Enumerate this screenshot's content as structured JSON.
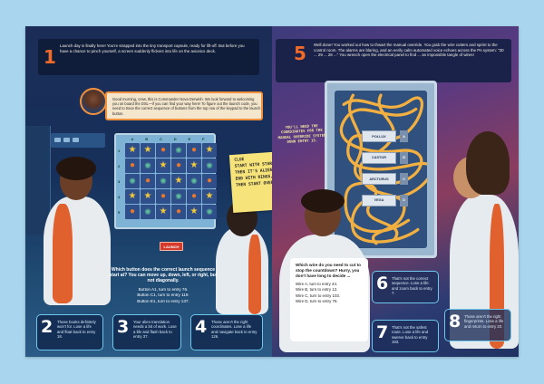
{
  "left_page": {
    "step_number": "1",
    "intro_text": "Launch day is finally here! You're strapped into the tiny transport capsule, ready for lift-off. But before you have a chance to pinch yourself, a screen suddenly flickers into life on the avionics deck.",
    "message": "Good morning, crew, this is Commander Nova Derwish. We look forward to welcoming you on board the DSL—if you can find your way here! To figure out the launch code, you need to trace the correct sequence of buttons from the top row of the keypad to the launch button.",
    "grid": {
      "columns": [
        "A",
        "B",
        "C",
        "D",
        "E",
        "F"
      ],
      "rows": [
        "1",
        "2",
        "3",
        "4",
        "5"
      ],
      "cells": [
        [
          "star",
          "star",
          "planet",
          "alien",
          "planet",
          "star"
        ],
        [
          "planet",
          "alien",
          "star",
          "planet",
          "star",
          "alien"
        ],
        [
          "alien",
          "planet",
          "alien",
          "star",
          "alien",
          "planet"
        ],
        [
          "star",
          "star",
          "planet",
          "alien",
          "planet",
          "star"
        ],
        [
          "planet",
          "alien",
          "star",
          "planet",
          "star",
          "alien"
        ]
      ],
      "symbols": {
        "star": "★",
        "planet": "●",
        "alien": "✺"
      }
    },
    "launch_label": "LAUNCH",
    "note_lines": [
      "CLUE",
      "START WITH STARS,",
      "THEN IT'S ALIENS,",
      "END WITH RINGS,",
      "THEN START OVER."
    ],
    "question": "Which button does the correct launch sequence start at? You can move up, down, left, or right, but not diagonally.",
    "options": [
      "Button A1, turn to entry 76.",
      "Button C1, turn to entry 119.",
      "Button E1, turn to entry 137."
    ],
    "choices": [
      {
        "num": "2",
        "text": "Those books definitely won't for. Lose a life and float back to entry 18."
      },
      {
        "num": "3",
        "text": "Your alien translation needs a bit of work. Lose a life and flash back to entry 37."
      },
      {
        "num": "4",
        "text": "Those aren't the right coordinates. Lose a life and navigate back to entry 126."
      }
    ]
  },
  "right_page": {
    "step_number": "5",
    "intro_text": "Well done! You worked out how to thwart the manual override. You grab the wire cutters and sprint to the control room. The alarms are blaring, and an eerily calm automated voice echoes across the PA system: \"30 ... 29 ... 28 ...\" You wrench open the electrical panel to find ... an impossible tangle of wires!",
    "note": "YOU'LL NEED THE COORDINATES FOR THE MANUAL OVERRIDE SYSTEM DOWN ENTRY 15.",
    "wire_labels": [
      "POLLUX",
      "CASTOR",
      "ARCTURUS",
      "VEGA"
    ],
    "wire_buttons": [
      "A",
      "B",
      "C",
      "D"
    ],
    "question": "Which wire do you need to cut to stop the countdown? Hurry, you don't have long to decide ...",
    "options": [
      "Wire A, turn to entry 44.",
      "Wire B, turn to entry 12.",
      "Wire C, turn to entry 103.",
      "Wire D, turn to entry 76."
    ],
    "choices": [
      {
        "num": "6",
        "text": "That's not the correct sequence. Lose a life and zoom back to entry 7."
      },
      {
        "num": "7",
        "text": "That's not the safest route. Lose a life and swerve back to entry 183."
      },
      {
        "num": "8",
        "text": "Those aren't the right fingerprints. Lose a life and return to entry 20."
      }
    ]
  },
  "colors": {
    "accent_orange": "#f06a2a",
    "box_border": "#6ec7ec",
    "background": "#a9d6ee"
  }
}
